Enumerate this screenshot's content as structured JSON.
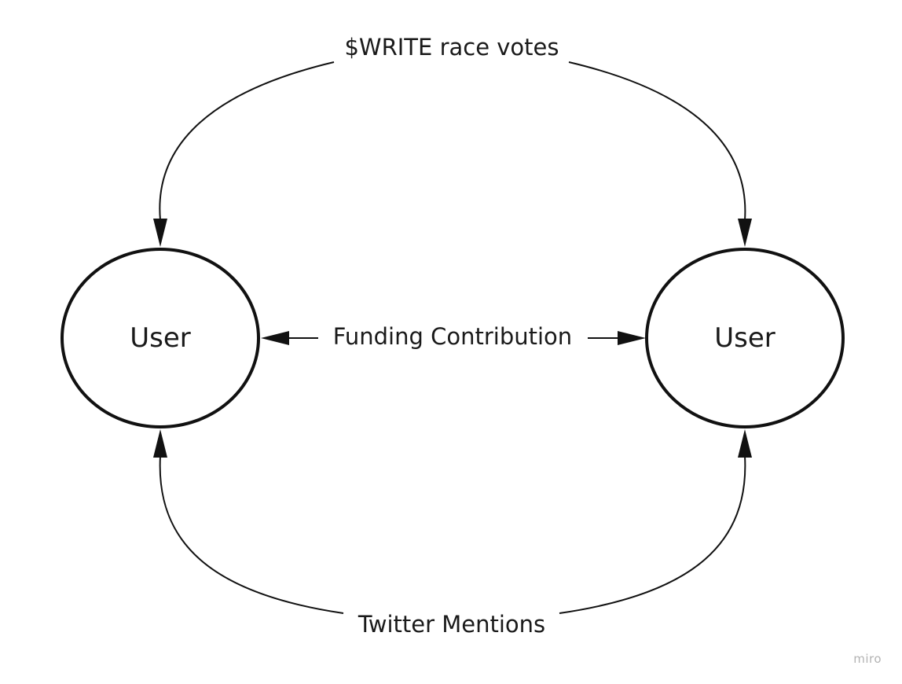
{
  "diagram": {
    "nodes": {
      "left": {
        "label": "User"
      },
      "right": {
        "label": "User"
      }
    },
    "edges": {
      "top": {
        "label": "$WRITE race votes"
      },
      "middle": {
        "label": "Funding Contribution"
      },
      "bottom": {
        "label": "Twitter Mentions"
      }
    },
    "watermark": "miro"
  },
  "colors": {
    "stroke": "#111111",
    "text": "#1a1a1a",
    "watermark": "#b3b3b3",
    "background": "#ffffff"
  }
}
